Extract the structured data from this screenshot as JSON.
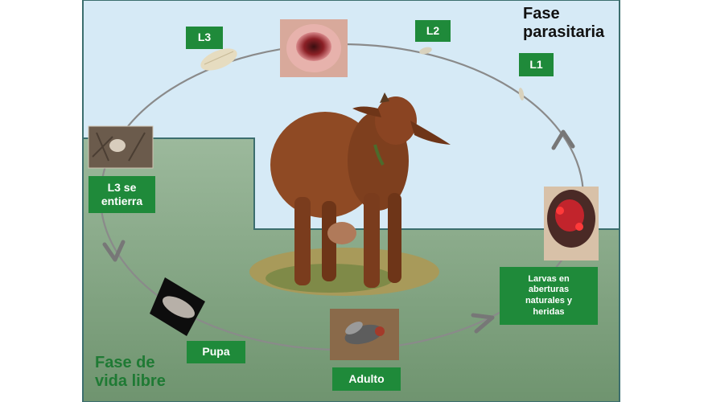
{
  "phases": {
    "parasitic": "Fase\nparasitaria",
    "free_living": "Fase de\nvida libre"
  },
  "stages": {
    "l3": "L3",
    "l2": "L2",
    "l1": "L1",
    "l3_burrows": "L3 se\nentierra",
    "pupa": "Pupa",
    "adult": "Adulto",
    "larvae_openings": "Larvas en\naberturas\nnaturales y\nheridas"
  },
  "colors": {
    "sky": "#d6eaf6",
    "ground": "#8aab8a",
    "label_green": "#1f8a3a",
    "cycle_line": "#8a8a8a",
    "border": "#3c6e6e",
    "goat": "#8f4a24",
    "free_text": "#1f7a34"
  }
}
